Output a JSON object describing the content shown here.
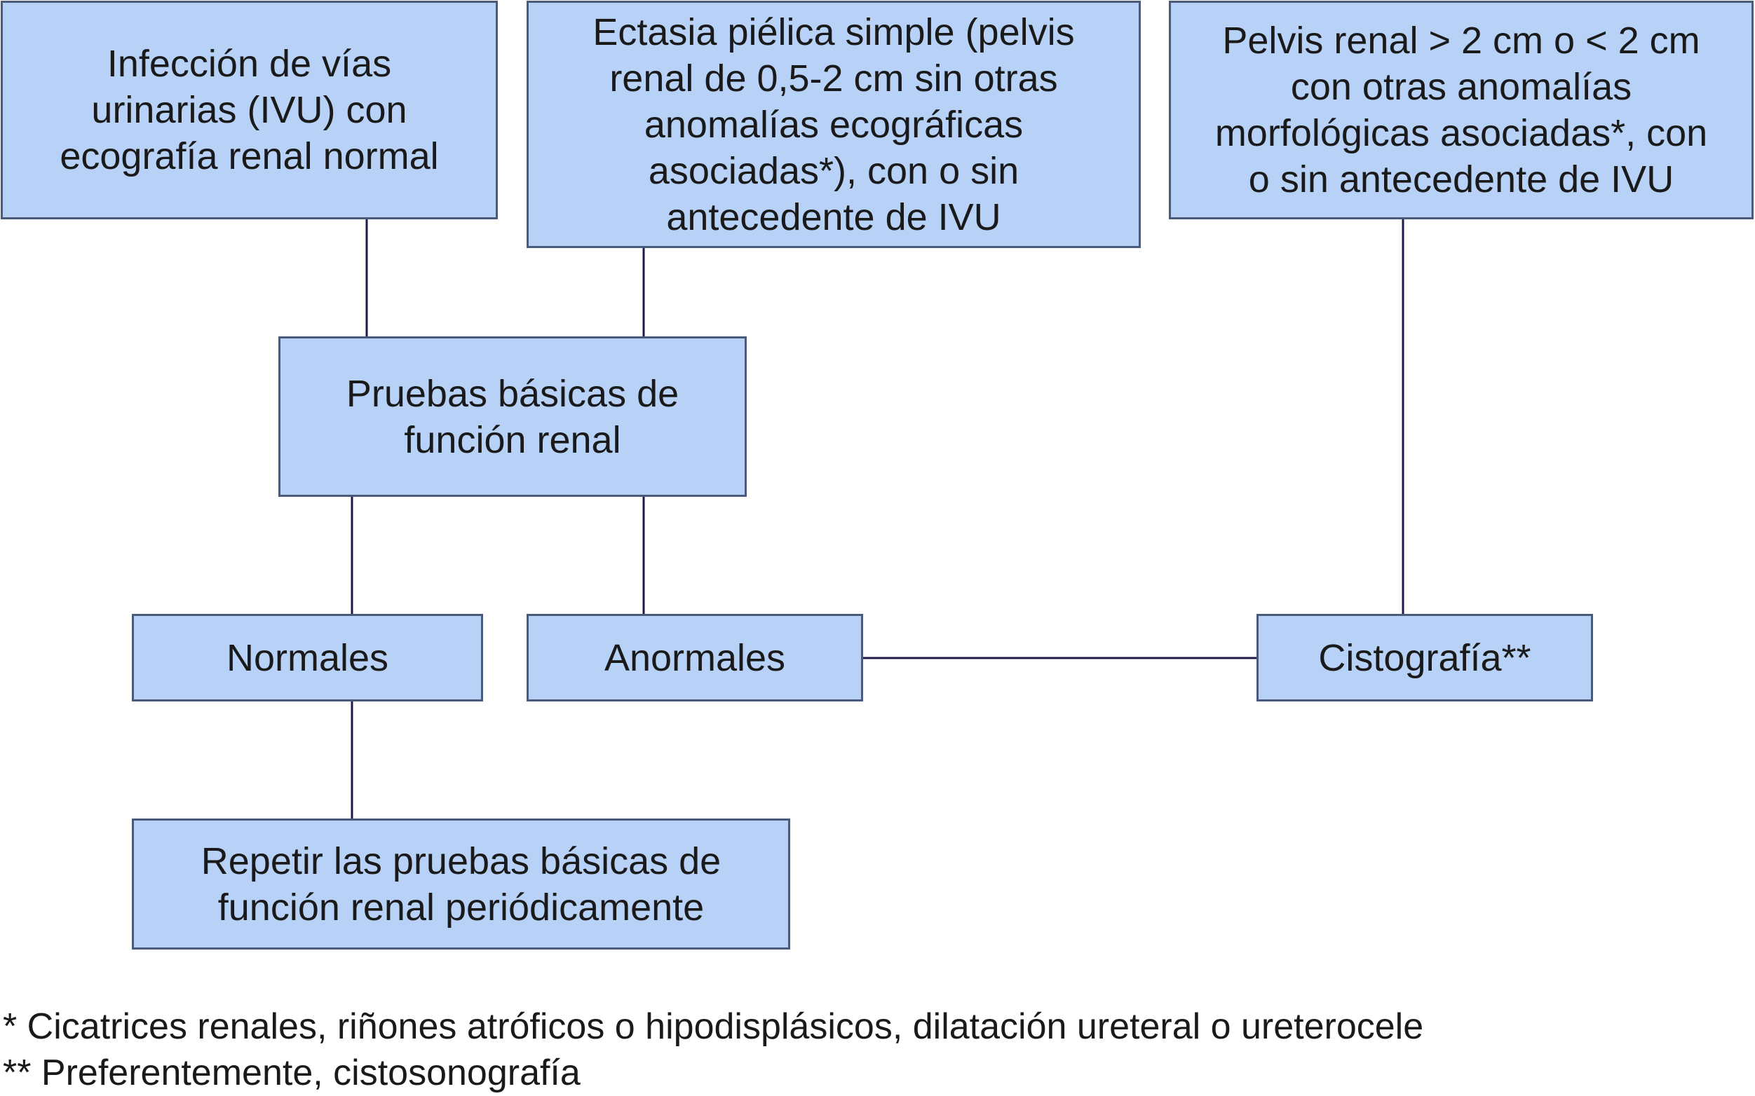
{
  "diagram": {
    "boxes": {
      "ivu_normal": "Infección de vías\nurinarias (IVU) con\necografía renal normal",
      "ectasia": "Ectasia piélica simple (pelvis\nrenal de 0,5-2 cm sin otras\nanomalías ecográficas\nasociadas*), con o sin\nantecedente de IVU",
      "pelvis": "Pelvis renal > 2 cm o < 2 cm\ncon otras anomalías\nmorfológicas asociadas*, con\no sin antecedente de IVU",
      "pruebas": "Pruebas básicas de\nfunción renal",
      "normales": "Normales",
      "anormales": "Anormales",
      "cistografia": "Cistografía**",
      "repetir": "Repetir las pruebas básicas de\nfunción renal periódicamente"
    },
    "colors": {
      "box_fill": "#b7d1f7",
      "box_border": "#4a5a7a",
      "connector": "#1e1a4a"
    }
  },
  "footnotes": {
    "note1": "* Cicatrices renales, riñones atróficos o hipodisplásicos, dilatación ureteral o ureterocele",
    "note2": "** Preferentemente, cistosonografía"
  }
}
